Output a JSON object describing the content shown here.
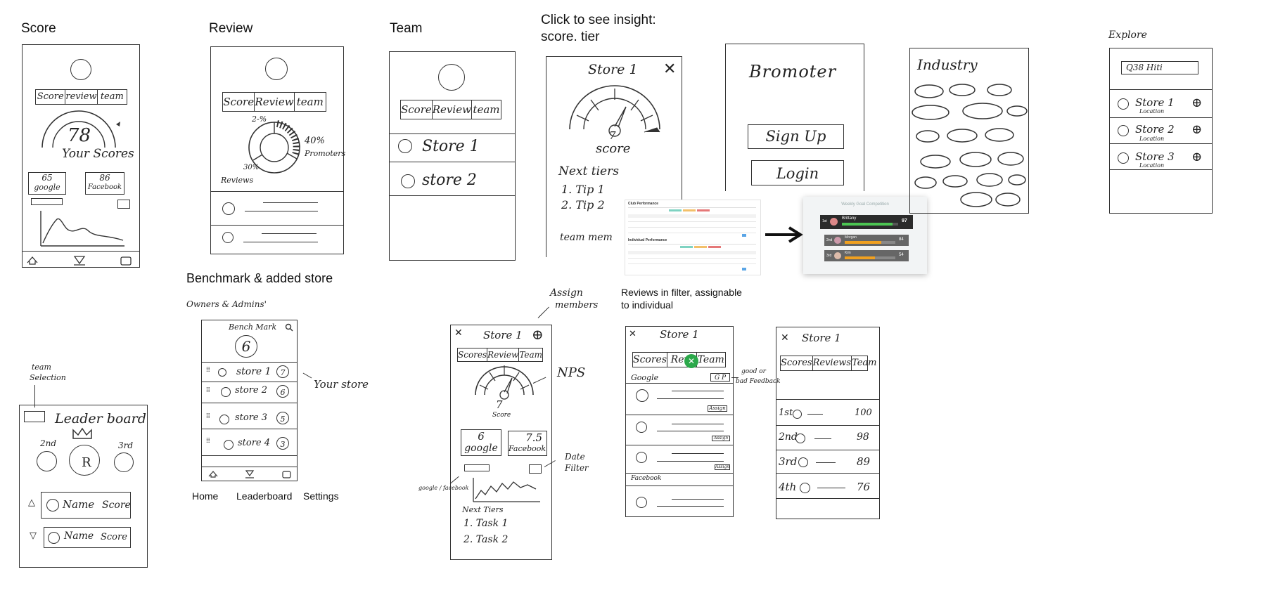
{
  "captions": {
    "score": "Score",
    "review": "Review",
    "team": "Team",
    "insight_1": "Click to see insight:",
    "insight_2": "score. tier",
    "benchmark": "Benchmark & added store",
    "reviews_filter_1": "Reviews in filter, assignable",
    "reviews_filter_2": "to individual",
    "nav_home": "Home",
    "nav_leaderboard": "Leaderboard",
    "nav_settings": "Settings"
  },
  "score_screen": {
    "tabs": [
      "Score",
      "review",
      "team"
    ],
    "value": "78",
    "label": "Your Scores",
    "google_value": "65",
    "google_label": "google",
    "facebook_value": "86",
    "facebook_label": "Facebook"
  },
  "review_screen": {
    "tabs": [
      "Score",
      "Review",
      "team"
    ],
    "pct_top": "2-%",
    "pct_right": "40%",
    "promoters": "Promoters",
    "pct_left": "30%",
    "reviews_label": "Reviews"
  },
  "team_screen": {
    "tabs": [
      "Score",
      "Review",
      "team"
    ],
    "stores": [
      "Store 1",
      "store 2"
    ]
  },
  "insight_screen": {
    "title": "Store 1",
    "score_value": "7",
    "score_label": "score",
    "next_tiers": "Next tiers",
    "tips": [
      "1. Tip 1",
      "2. Tip 2"
    ],
    "team_mem": "team mem"
  },
  "bromoter_screen": {
    "title": "Bromoter",
    "sign_up": "Sign Up",
    "login": "Login"
  },
  "industry_screen": {
    "title": "Industry"
  },
  "explore_screen": {
    "title": "Explore",
    "search": "Q38 Hiti",
    "stores": [
      {
        "name": "Store 1",
        "sub": "Location"
      },
      {
        "name": "Store 2",
        "sub": "Location"
      },
      {
        "name": "Store 3",
        "sub": "Location"
      }
    ]
  },
  "thumb_left": {
    "club_title": "Club Performance",
    "individual_title": "Individual Performance"
  },
  "thumb_right": {
    "title": "Weekly Goal Competition",
    "rows": [
      {
        "rank": "1st",
        "name": "Brittany",
        "score": "97",
        "fill": 0.9
      },
      {
        "rank": "2nd",
        "name": "Morgan",
        "score": "84",
        "fill": 0.72
      },
      {
        "rank": "3rd",
        "name": "Kim",
        "score": "54",
        "fill": 0.6
      }
    ]
  },
  "leaderboard_screen": {
    "team_selection_1": "team",
    "team_selection_2": "Selection",
    "title": "Leader board",
    "second": "2nd",
    "third": "3rd",
    "rows": [
      {
        "name": "Name",
        "score": "Score"
      },
      {
        "name": "Name",
        "score": "Score"
      }
    ]
  },
  "benchmark_screen": {
    "owners": "Owners & Admins'",
    "title": "Bench Mark",
    "rank": "6",
    "your_store": "Your store",
    "stores": [
      {
        "name": "store 1",
        "rank": "7"
      },
      {
        "name": "store 2",
        "rank": "6"
      },
      {
        "name": "store 3",
        "rank": "5"
      },
      {
        "name": "store 4",
        "rank": "3"
      }
    ]
  },
  "store_detail_screen": {
    "assign_1": "Assign",
    "assign_2": "members",
    "title": "Store 1",
    "tabs": [
      "Scores",
      "Review",
      "Team"
    ],
    "nps": "NPS",
    "score_value": "7",
    "score_label": "Score",
    "google_value": "6",
    "google_label": "google",
    "facebook_value": "7.5",
    "facebook_label": "Facebook",
    "date_1": "Date",
    "date_2": "Filter",
    "google_facebook": "google / facebook",
    "next_tiers": "Next Tiers",
    "tasks": [
      "1. Task 1",
      "2. Task 2"
    ]
  },
  "reviews_screen": {
    "title": "Store 1",
    "tabs": [
      "Scores",
      "Revi",
      "Team"
    ],
    "google": "Google",
    "gp": "G P",
    "good_or_bad_1": "good or",
    "good_or_bad_2": "bad Feedback",
    "tags": [
      "Assign",
      "Assign",
      "Assign"
    ],
    "facebook": "Facebook"
  },
  "ranking_screen": {
    "title": "Store 1",
    "tabs": [
      "Scores",
      "Reviews",
      "Team"
    ],
    "rows": [
      {
        "rank": "1st",
        "score": "100"
      },
      {
        "rank": "2nd",
        "score": "98"
      },
      {
        "rank": "3rd",
        "score": "89"
      },
      {
        "rank": "4th",
        "score": "76"
      }
    ]
  },
  "colors": {
    "sketch": "#333333",
    "accent_green": "#2ba84a",
    "bar_orange": "#f0a020",
    "bar_green": "#4cc552"
  }
}
